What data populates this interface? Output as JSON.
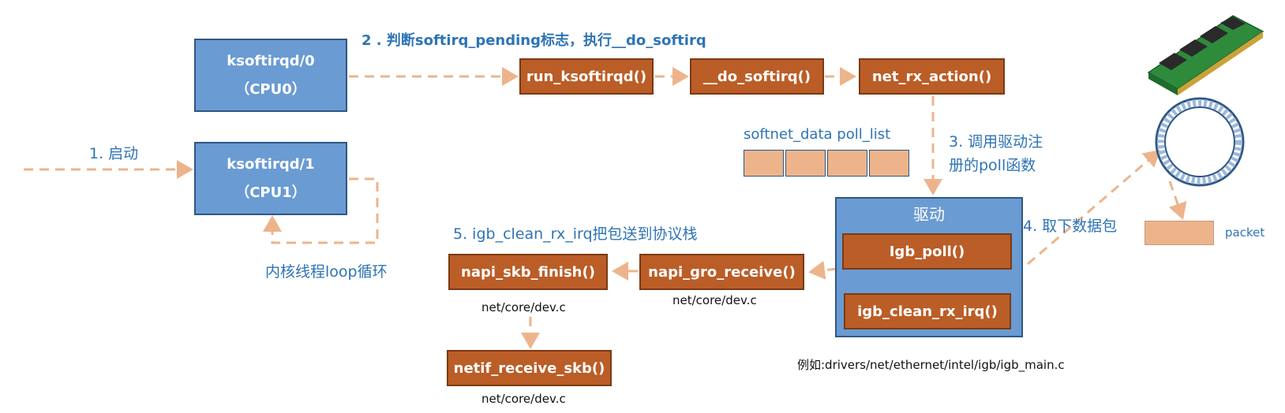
{
  "colors": {
    "blue_box": "#6a9bd3",
    "orange_box": "#bb5d27",
    "arrow": "#edb48c",
    "label_text": "#2e74b5"
  },
  "nodes": {
    "ksoftirqd0": {
      "line1": "ksoftirqd/0",
      "line2": "（CPU0）"
    },
    "ksoftirqd1": {
      "line1": "ksoftirqd/1",
      "line2": "（CPU1）"
    },
    "run_ksoftirqd": "run_ksoftirqd()",
    "do_softirq": "__do_softirq()",
    "net_rx_action": "net_rx_action()",
    "driver_title": "驱动",
    "igb_poll": "Igb_poll()",
    "igb_clean_rx_irq": "igb_clean_rx_irq()",
    "napi_gro_receive": "napi_gro_receive()",
    "napi_skb_finish": "napi_skb_finish()",
    "netif_receive_skb": "netif_receive_skb()"
  },
  "labels": {
    "step1": "1. 启动",
    "step2": "2 . 判断softirq_pending标志，执行__do_softirq",
    "step3_line1": "3. 调用驱动注",
    "step3_line2": "册的poll函数",
    "step4": "4. 取下数据包",
    "step5": "5. igb_clean_rx_irq把包送到协议栈",
    "loop": "内核线程loop循环",
    "poll_list": "softnet_data poll_list",
    "packet": "packet"
  },
  "paths": {
    "gro": "net/core/dev.c",
    "finish": "net/core/dev.c",
    "netif": "net/core/dev.c",
    "driver_example": "例如:drivers/net/ethernet/intel/igb/igb_main.c"
  },
  "icons": [
    "memory-module-icon",
    "ring-buffer-icon"
  ]
}
